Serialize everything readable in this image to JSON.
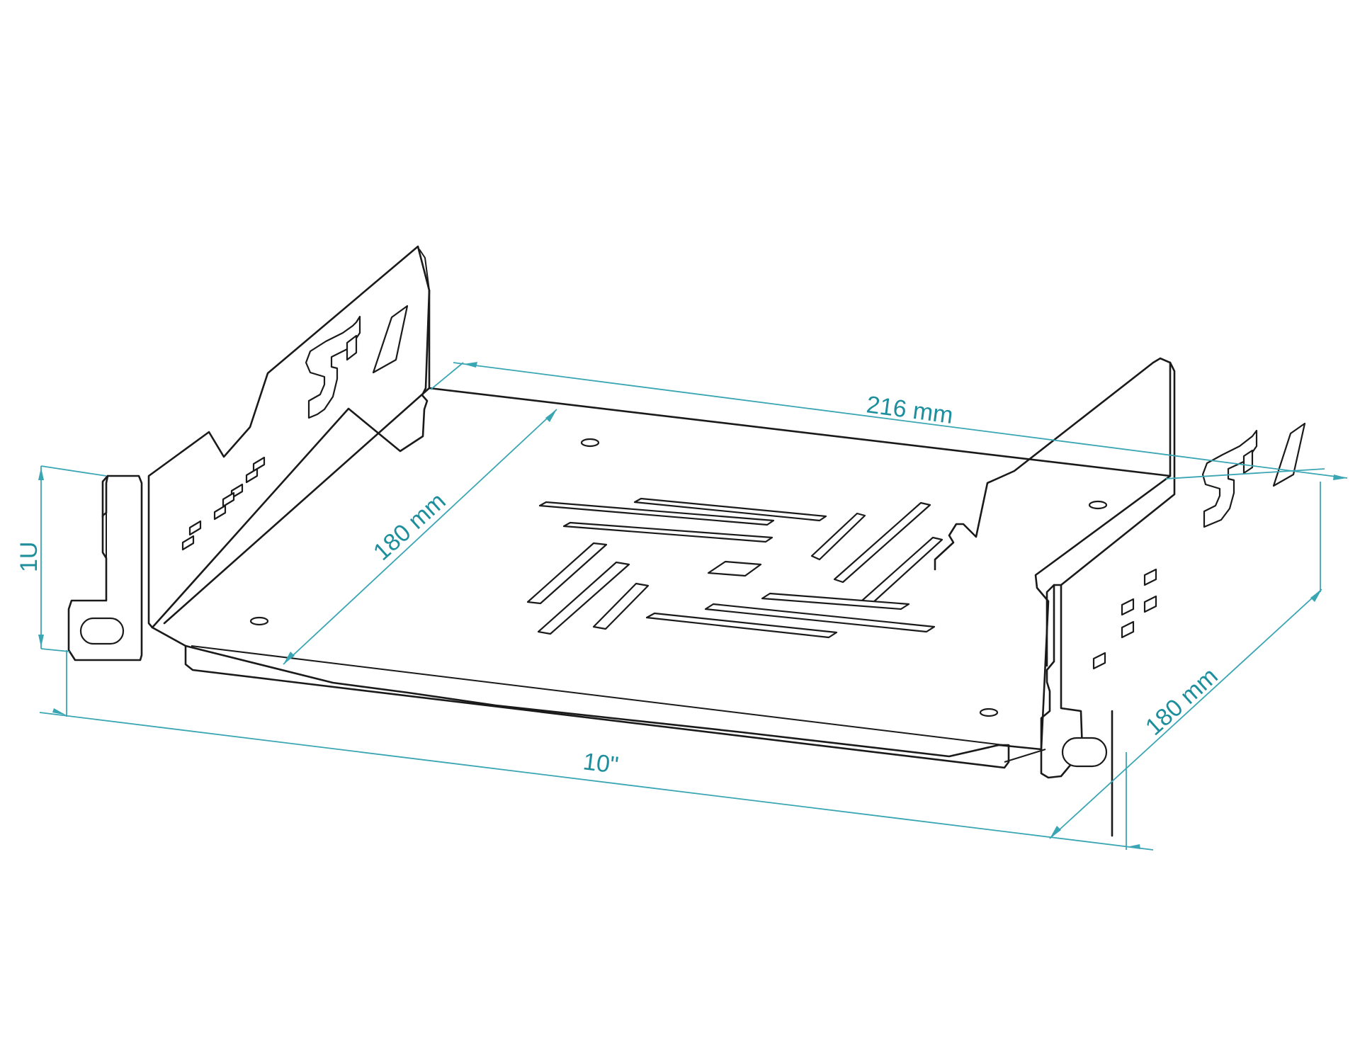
{
  "colors": {
    "outline": "#1a1a1a",
    "dimension": "#3aa6b4",
    "dimension_text": "#1d8f9c",
    "background": "#ffffff"
  },
  "dimensions": {
    "top_width": "216 mm",
    "inner_depth": "180 mm",
    "side_depth": "180 mm",
    "front_width": "10\"",
    "height": "1U"
  }
}
